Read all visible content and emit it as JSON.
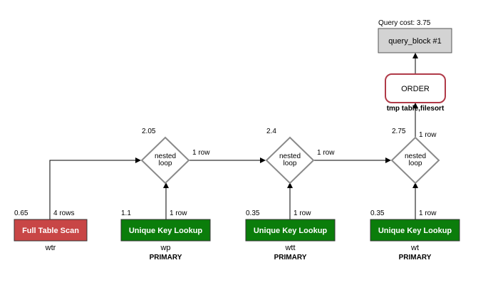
{
  "query_cost_label": "Query cost: 3.75",
  "query_block_label": "query_block #1",
  "order": {
    "label": "ORDER",
    "note": "tmp table,filesort",
    "rows": "1 row",
    "cost": "2.75"
  },
  "nested_loops": [
    {
      "line1": "nested",
      "line2": "loop",
      "cost": "2.05",
      "out_rows": "1 row"
    },
    {
      "line1": "nested",
      "line2": "loop",
      "cost": "2.4",
      "out_rows": "1 row"
    },
    {
      "line1": "nested",
      "line2": "loop",
      "cost": "2.75",
      "out_rows": "1 row"
    }
  ],
  "tables": [
    {
      "label": "Full Table Scan",
      "table": "wtr",
      "cost": "0.65",
      "rows": "4 rows",
      "key": "",
      "color": "#c84646"
    },
    {
      "label": "Unique Key Lookup",
      "table": "wp",
      "cost": "1.1",
      "rows": "1 row",
      "key": "PRIMARY",
      "color": "#0b7d0b"
    },
    {
      "label": "Unique Key Lookup",
      "table": "wtt",
      "cost": "0.35",
      "rows": "1 row",
      "key": "PRIMARY",
      "color": "#0b7d0b"
    },
    {
      "label": "Unique Key Lookup",
      "table": "wt",
      "cost": "0.35",
      "rows": "1 row",
      "key": "PRIMARY",
      "color": "#0b7d0b"
    }
  ],
  "colors": {
    "diamond_stroke": "#8a8a8a",
    "order_stroke": "#b03a48",
    "query_block_fill": "#d3d3d3"
  }
}
